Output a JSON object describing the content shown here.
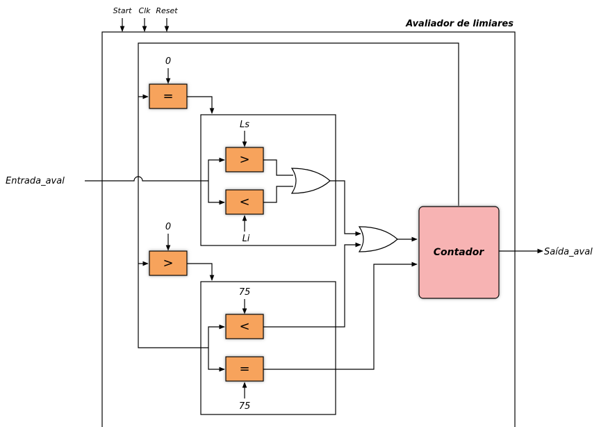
{
  "title": "Avaliador de limiares",
  "inputs": {
    "start": "Start",
    "clk": "Clk",
    "reset": "Reset",
    "entrada": "Entrada_aval"
  },
  "output": {
    "saida": "Saída_aval"
  },
  "counter": {
    "label": "Contador"
  },
  "comparators": {
    "top_eq": {
      "symbol": "=",
      "constant": "0"
    },
    "upper_gt": {
      "symbol": ">",
      "constant": "Ls"
    },
    "upper_lt": {
      "symbol": "<",
      "constant": "Li"
    },
    "mid_gt": {
      "symbol": ">",
      "constant": "0"
    },
    "lower_lt": {
      "symbol": "<",
      "constant": "75"
    },
    "lower_eq": {
      "symbol": "=",
      "constant": "75"
    }
  },
  "colors": {
    "comparator_fill": "#f7a35c",
    "counter_fill": "#f7b3b3"
  }
}
